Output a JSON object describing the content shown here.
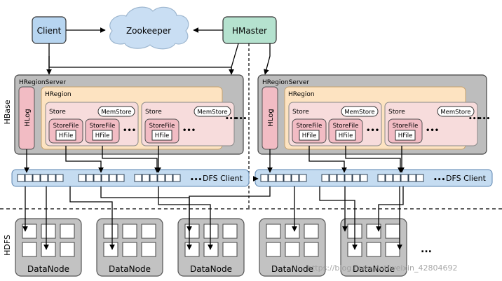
{
  "labels": {
    "client": "Client",
    "zookeeper": "Zookeeper",
    "hmaster": "HMaster",
    "hbase": "HBase",
    "hdfs": "HDFS",
    "hregionserver": "HRegionServer",
    "hregion": "HRegion",
    "hlog": "HLog",
    "store": "Store",
    "memstore": "MemStore",
    "storefile": "StoreFile",
    "hfile": "HFile",
    "ellipsis": "...",
    "dfs_client": "DFS Client",
    "datanode": "DataNode",
    "ellipsis_dots": "•••",
    "watermark": "https://blog.csdn.net/weixin_42804692"
  },
  "colors": {
    "client_fill": "#b7d5f0",
    "zookeeper_fill": "#c9def3",
    "hmaster_fill": "#b5e2cf",
    "server_fill": "#bdbdbd",
    "region_fill": "#fde3c1",
    "store_fill": "#f7dcdc",
    "hlog_fill": "#f2bcc4",
    "dfs_fill": "#c5dcf1",
    "datanode_fill": "#c2c2c2"
  }
}
